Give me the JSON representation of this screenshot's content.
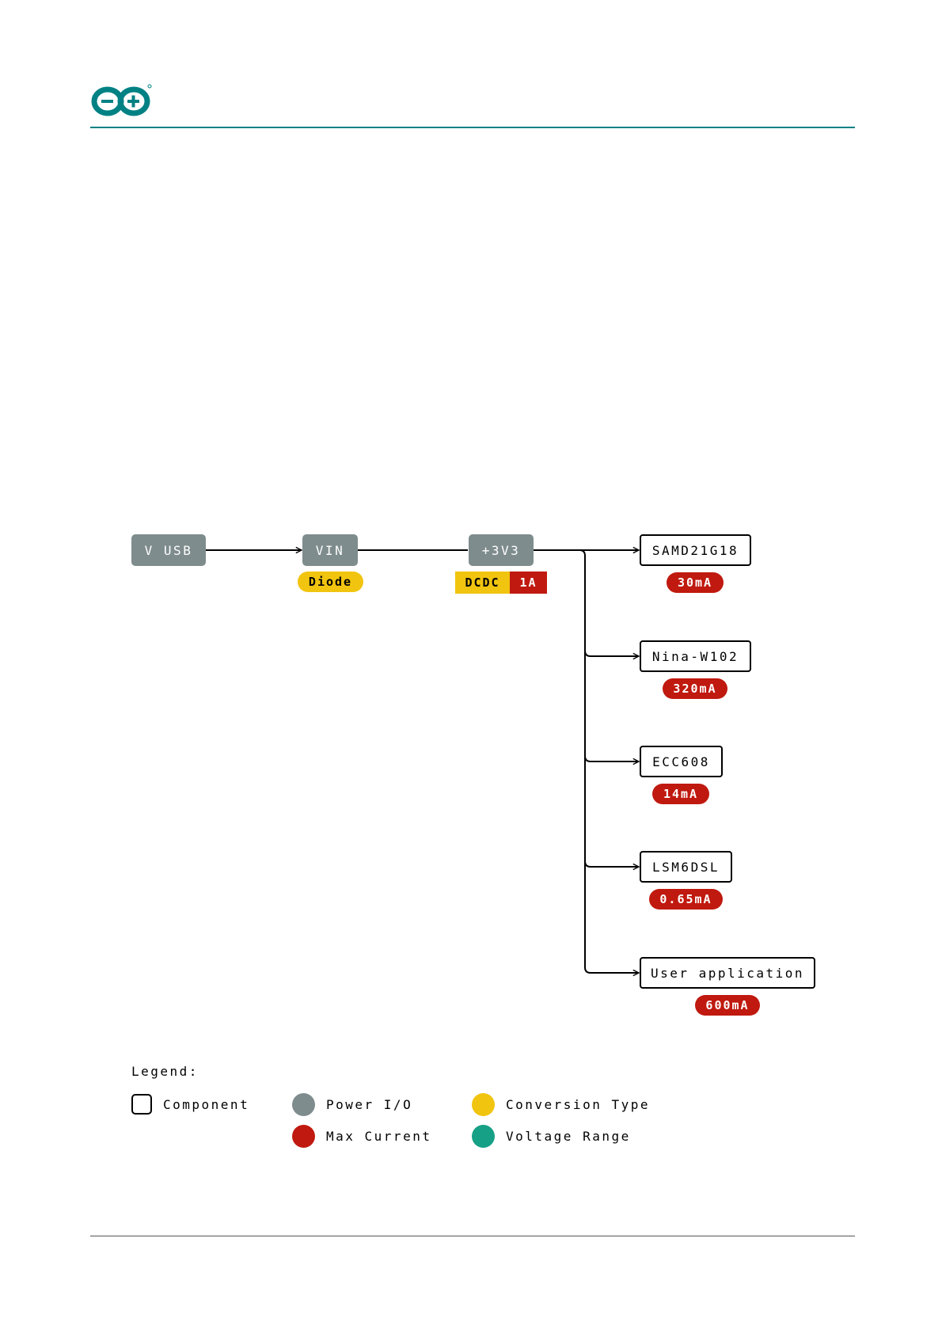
{
  "diagram": {
    "power_nodes": {
      "vusb": "V USB",
      "vin": "VIN",
      "v3v3": "+3V3"
    },
    "conversions": {
      "vin": "Diode",
      "v3v3_type": "DCDC",
      "v3v3_current": "1A"
    },
    "components": [
      {
        "name": "SAMD21G18",
        "current": "30mA"
      },
      {
        "name": "Nina-W102",
        "current": "320mA"
      },
      {
        "name": "ECC608",
        "current": "14mA"
      },
      {
        "name": "LSM6DSL",
        "current": "0.65mA"
      },
      {
        "name": "User application",
        "current": "600mA"
      }
    ]
  },
  "legend": {
    "title": "Legend:",
    "component": "Component",
    "power_io": "Power I/O",
    "conversion_type": "Conversion Type",
    "max_current": "Max Current",
    "voltage_range": "Voltage Range"
  },
  "colors": {
    "brand": "#008184",
    "power_io": "#7f8c8d",
    "conversion_type": "#f1c40f",
    "max_current": "#c0190f",
    "voltage_range": "#16a085"
  }
}
